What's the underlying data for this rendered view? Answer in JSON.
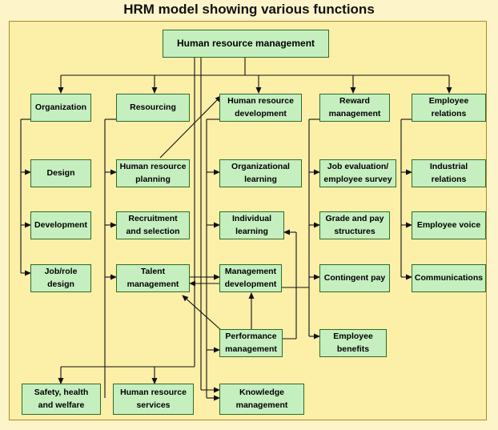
{
  "title": "HRM model showing various functions",
  "boxes": {
    "hrm": "Human resource management",
    "organization": "Organization",
    "resourcing": "Resourcing",
    "hrd": "Human resource\ndevelopment",
    "reward": "Reward\nmanagement",
    "employee_relations": "Employee\nrelations",
    "design": "Design",
    "hr_planning": "Human resource\nplanning",
    "org_learning": "Organizational\nlearning",
    "job_eval": "Job evaluation/\nemployee survey",
    "industrial_relations": "Industrial\nrelations",
    "development": "Development",
    "recruitment": "Recruitment\nand selection",
    "individual_learning": "Individual\nlearning",
    "grade_pay": "Grade and pay\nstructures",
    "employee_voice": "Employee voice",
    "job_role_design": "Job/role\ndesign",
    "talent": "Talent\nmanagement",
    "mgmt_dev": "Management\ndevelopment",
    "contingent_pay": "Contingent pay",
    "communications": "Communications",
    "performance": "Performance\nmanagement",
    "benefits": "Employee\nbenefits",
    "safety": "Safety, health\nand welfare",
    "hr_services": "Human resource\nservices",
    "knowledge": "Knowledge\nmanagement"
  },
  "colors": {
    "background": "#fdf5c9",
    "panel": "#fcefa8",
    "box_fill": "#c6efc0",
    "box_border": "#2e6b2a",
    "line": "#111111"
  }
}
